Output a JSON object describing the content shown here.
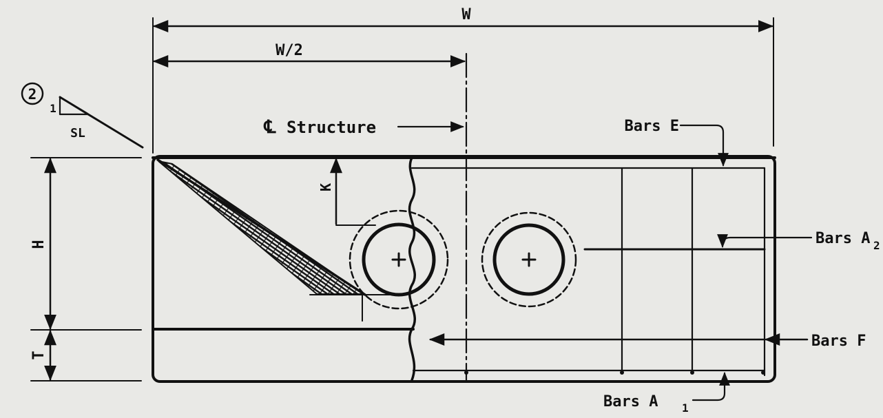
{
  "dimensions": {
    "total_width": "W",
    "half_width": "W/2",
    "height": "H",
    "thickness": "T",
    "cover": "K"
  },
  "slope": {
    "callout_number": "2",
    "rise": "1",
    "run": "SL"
  },
  "centerline": {
    "symbol": "℄",
    "label": "Structure"
  },
  "bars": {
    "e": "Bars E",
    "a2_main": "Bars A",
    "a2_sub": "2",
    "f": "Bars F",
    "a1_main": "Bars A",
    "a1_sub": "1"
  },
  "colors": {
    "line": "#111111",
    "background": "#e9e9e6"
  }
}
